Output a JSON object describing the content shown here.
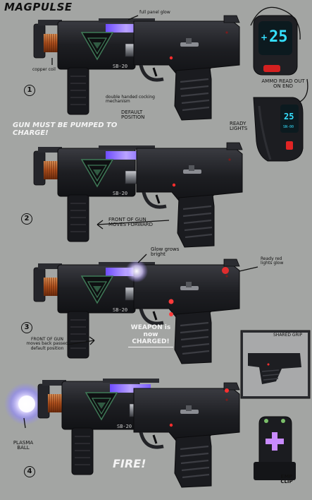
{
  "title": "MAGPULSE",
  "labels": {
    "full_panel_glow": "full panel glow",
    "copper_coil": "copper coil",
    "double_handed": "double handed cocking mechanism",
    "default_position": "DEFAULT POSITION",
    "ammo_readout": "AMMO READ OUT ON END",
    "ready_lights": "READY LIGHTS",
    "gun_pumped": "GUN MUST BE PUMPED TO CHARGE!",
    "front_of_gun_forward": "FRONT OF GUN MOVES FORWARD",
    "glow_grows_bright": "Glow grows bright",
    "ready_red_lights": "Ready red lights glow",
    "weapon_now_charged": "WEAPON is now CHARGED!",
    "front_of_gun_back": "FRONT OF GUN moves back passed default position",
    "shared_grip": "SHARED GRIP",
    "plasma_ball": "PLASMA BALL",
    "fire": "FIRE!",
    "emp_clip": "EMP CLIP"
  },
  "steps": [
    "1",
    "2",
    "3",
    "4"
  ],
  "model_plate": "SB-20",
  "ammo_display": {
    "count": "25",
    "sub": "SN-00"
  },
  "colors": {
    "background": "#a3a5a3",
    "gun_body": "#1c1d21",
    "panel_glow": "#8a6cff",
    "copper": "#c0622c",
    "ready_red": "#ff2d2d",
    "display_cyan": "#35e0ff",
    "emblem_green": "#3f7a57",
    "plasma": "#dcd6ff",
    "clip_cross": "#c98bff"
  }
}
